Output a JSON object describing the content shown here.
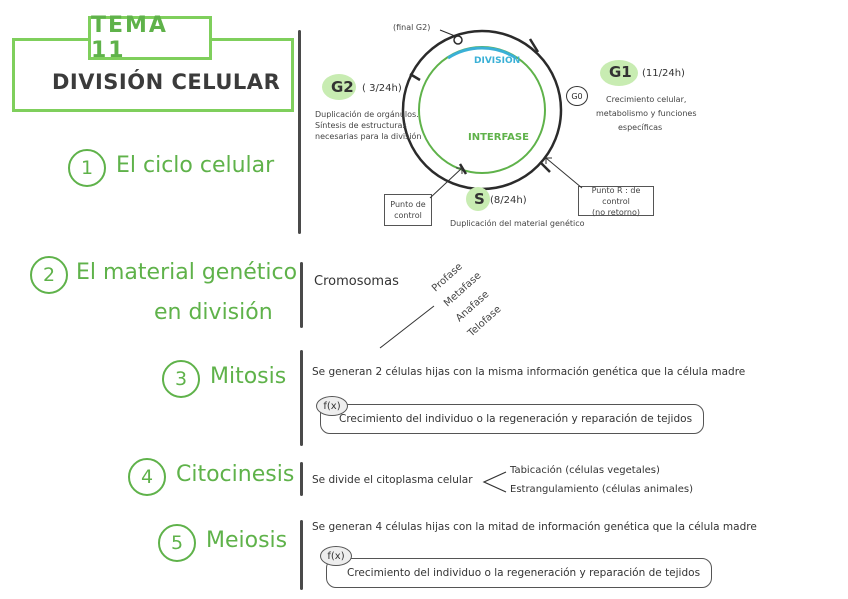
{
  "header": {
    "tema": "TEMA 11",
    "title": "DIVISIÓN CELULAR"
  },
  "sections": [
    {
      "number": "1",
      "title": "El ciclo celular"
    },
    {
      "number": "2",
      "title_line1": "El material genético",
      "title_line2": "en división"
    },
    {
      "number": "3",
      "title": "Mitosis"
    },
    {
      "number": "4",
      "title": "Citocinesis"
    },
    {
      "number": "5",
      "title": "Meiosis"
    }
  ],
  "cycle": {
    "final_g2": "(final G2)",
    "division": "DIVISIÓN",
    "interfase": "INTERFASE",
    "g0": "G0",
    "g2": {
      "label": "G2",
      "time": "( 3/24h)",
      "desc": [
        "Duplicación de orgánulos.",
        "Síntesis de estructuras",
        "necesarias para la división"
      ]
    },
    "g1": {
      "label": "G1",
      "time": "(11/24h)",
      "desc": [
        "Crecimiento celular,",
        "metabolismo y funciones",
        "específicas"
      ]
    },
    "s": {
      "label": "S",
      "time": "(8/24h)",
      "desc": "Duplicación del material genético"
    },
    "punto_control": [
      "Punto de",
      "control"
    ],
    "punto_r": [
      "Punto R : de control",
      "(no retorno)"
    ]
  },
  "material": {
    "cromosomas": "Cromosomas",
    "fases": [
      "Profase",
      "Metafase",
      "Anafase",
      "Telofase"
    ]
  },
  "mitosis": {
    "text": "Se generan 2 células hijas con la misma información genética que la célula madre",
    "fx": "f(x)",
    "function": "Crecimiento del individuo o la regeneración y reparación de tejidos"
  },
  "citocinesis": {
    "text": "Se divide el citoplasma celular",
    "options": [
      "Tabicación (células vegetales)",
      "Estrangulamiento (células animales)"
    ]
  },
  "meiosis": {
    "text": "Se generan 4 células hijas con la mitad de información genética que la célula madre",
    "fx": "f(x)",
    "function": "Crecimiento del individuo o la regeneración y reparación de tejidos"
  }
}
